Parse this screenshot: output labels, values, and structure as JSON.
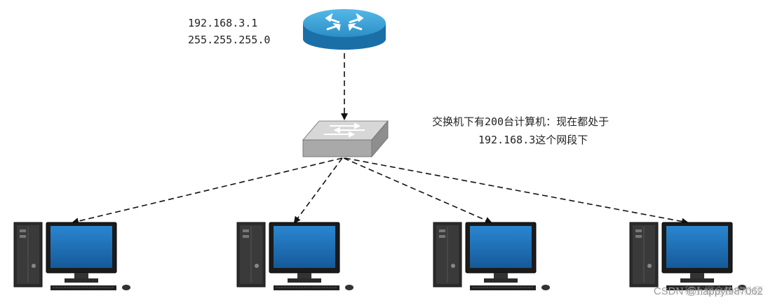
{
  "router": {
    "ip": "192.168.3.1",
    "mask": "255.255.255.0",
    "icon": "router-icon"
  },
  "switch": {
    "icon": "switch-icon",
    "note_line1": "交换机下有200台计算机：现在都处于",
    "note_line2": "192.168.3这个网段下"
  },
  "computers": [
    {
      "icon": "computer-icon"
    },
    {
      "icon": "computer-icon"
    },
    {
      "icon": "computer-icon"
    },
    {
      "icon": "computer-icon"
    }
  ],
  "watermark": "CSDN @happyl987062",
  "watermark_overlay": "稀土掘金技术社区",
  "colors": {
    "router_top": "#3aa0d6",
    "router_side": "#1a6fa6",
    "switch_body": "#b8b8b8",
    "screen_blue": "#1e6fb8",
    "case_dark": "#2b2b2b"
  }
}
